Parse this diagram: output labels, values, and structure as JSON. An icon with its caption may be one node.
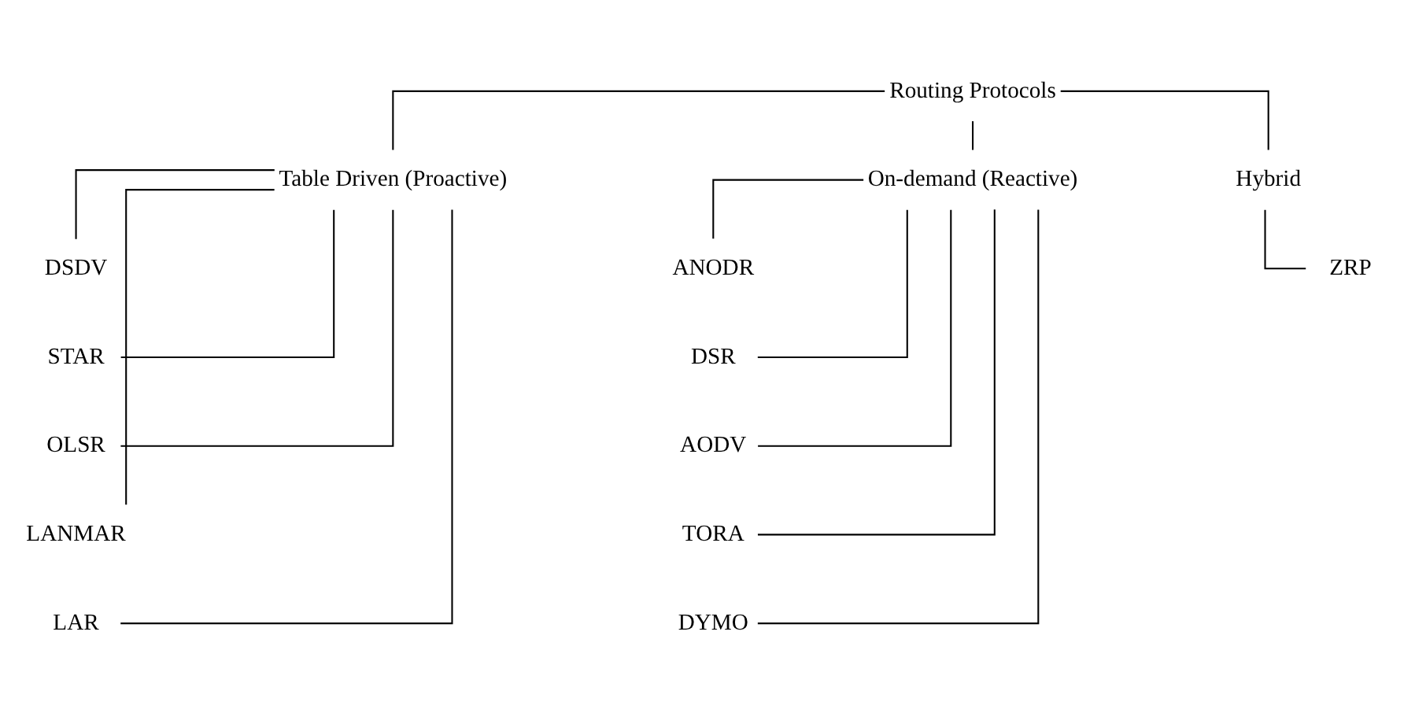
{
  "diagram": {
    "nodes": [
      {
        "text": [
          "Routing Protocols"
        ]
      },
      {
        "text": [
          "Table Driven (Proactive)"
        ]
      },
      {
        "text": [
          "On-demand (Reactive)"
        ]
      },
      {
        "text": [
          "Hybrid"
        ]
      },
      {
        "text": [
          "DSDV"
        ]
      },
      {
        "text": [
          "STAR"
        ]
      },
      {
        "text": [
          "OLSR"
        ]
      },
      {
        "text": [
          "LANMAR"
        ]
      },
      {
        "text": [
          "LAR"
        ]
      },
      {
        "text": [
          "ANODR"
        ]
      },
      {
        "text": [
          "DSR"
        ]
      },
      {
        "text": [
          "AODV"
        ]
      },
      {
        "text": [
          "TORA"
        ]
      },
      {
        "text": [
          "DYMO"
        ]
      },
      {
        "text": [
          "ZRP"
        ]
      }
    ],
    "edges": [
      {
        "from": 0,
        "to": 1,
        "arrow": "none"
      },
      {
        "from": 0,
        "to": 2,
        "arrow": "none"
      },
      {
        "from": 0,
        "to": 3,
        "arrow": "none"
      },
      {
        "from": 1,
        "to": 4,
        "arrow": "none"
      },
      {
        "from": 1,
        "to": 5,
        "arrow": "none"
      },
      {
        "from": 1,
        "to": 6,
        "arrow": "none"
      },
      {
        "from": 1,
        "to": 7,
        "arrow": "none"
      },
      {
        "from": 1,
        "to": 8,
        "arrow": "none"
      },
      {
        "from": 2,
        "to": 9,
        "arrow": "none"
      },
      {
        "from": 2,
        "to": 10,
        "arrow": "none"
      },
      {
        "from": 2,
        "to": 11,
        "arrow": "none"
      },
      {
        "from": 2,
        "to": 12,
        "arrow": "none"
      },
      {
        "from": 2,
        "to": 13,
        "arrow": "none"
      },
      {
        "from": 3,
        "to": 14,
        "arrow": "none"
      }
    ]
  }
}
